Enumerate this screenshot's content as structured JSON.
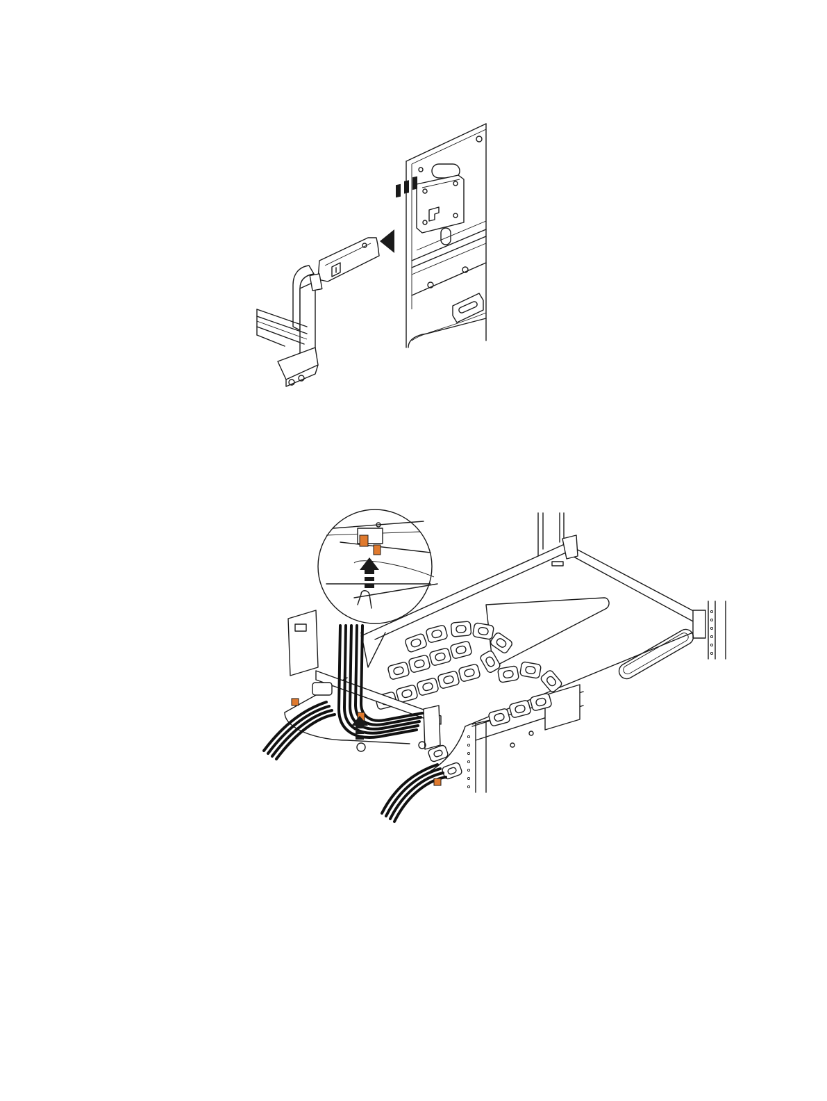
{
  "figures": [
    {
      "name": "cable-arm-bracket-removal",
      "arrow_direction": "left"
    },
    {
      "name": "cable-management-arm-release",
      "arrow_direction": "up"
    }
  ],
  "colors": {
    "line": "#1a1a1a",
    "background": "#ffffff",
    "release_tab": "#e07a2e",
    "cable": "#111111"
  }
}
